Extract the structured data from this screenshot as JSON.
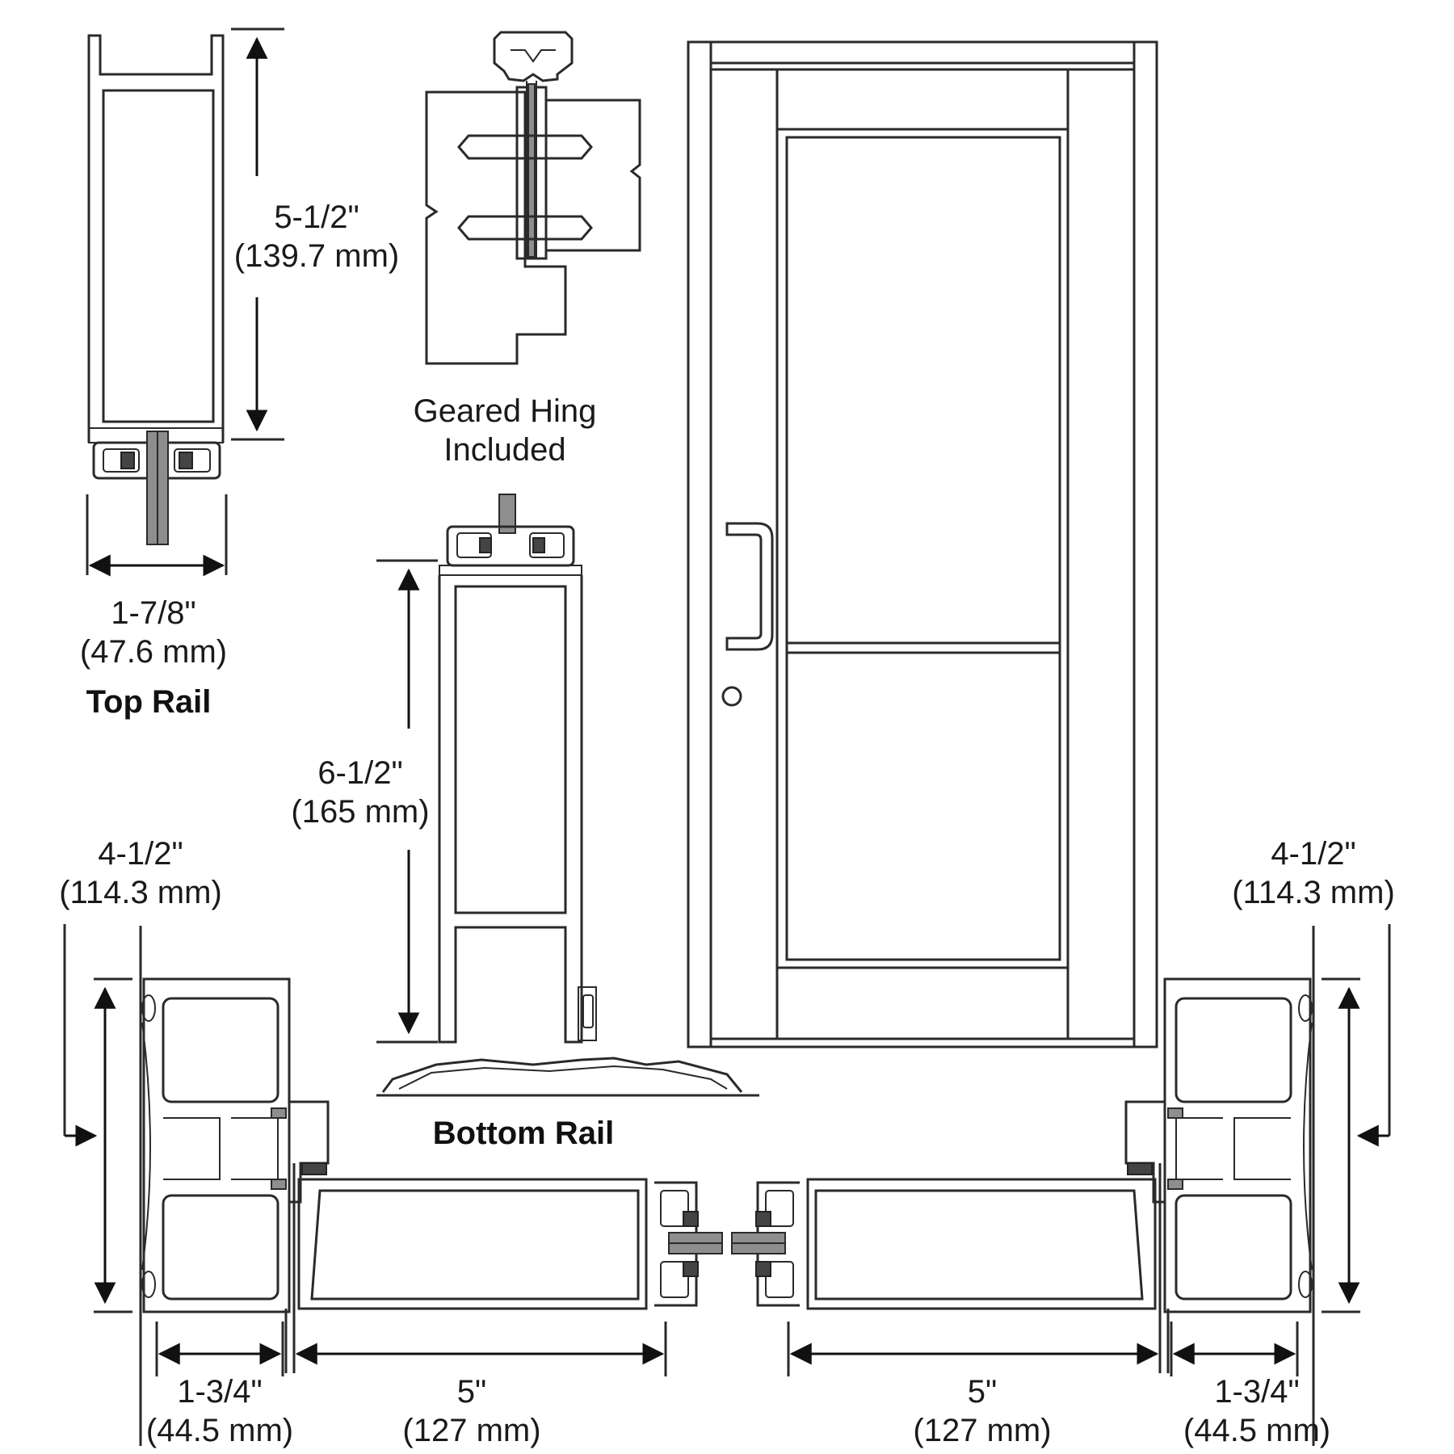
{
  "labels": {
    "top_rail": "Top Rail",
    "bottom_rail": "Bottom Rail",
    "hinge_line1": "Geared Hing",
    "hinge_line2": "Included"
  },
  "dimensions": {
    "top_rail_height": {
      "imperial": "5-1/2\"",
      "metric": "(139.7 mm)"
    },
    "top_rail_width": {
      "imperial": "1-7/8\"",
      "metric": "(47.6 mm)"
    },
    "bottom_rail_height": {
      "imperial": "6-1/2\"",
      "metric": "(165 mm)"
    },
    "left_stile_height": {
      "imperial": "4-1/2\"",
      "metric": "(114.3 mm)"
    },
    "right_stile_height": {
      "imperial": "4-1/2\"",
      "metric": "(114.3 mm)"
    },
    "left_stile_width": {
      "imperial": "1-3/4\"",
      "metric": "(44.5 mm)"
    },
    "left_meeting_width": {
      "imperial": "5\"",
      "metric": "(127 mm)"
    },
    "right_meeting_width": {
      "imperial": "5\"",
      "metric": "(127 mm)"
    },
    "right_stile_width": {
      "imperial": "1-3/4\"",
      "metric": "(44.5 mm)"
    }
  }
}
